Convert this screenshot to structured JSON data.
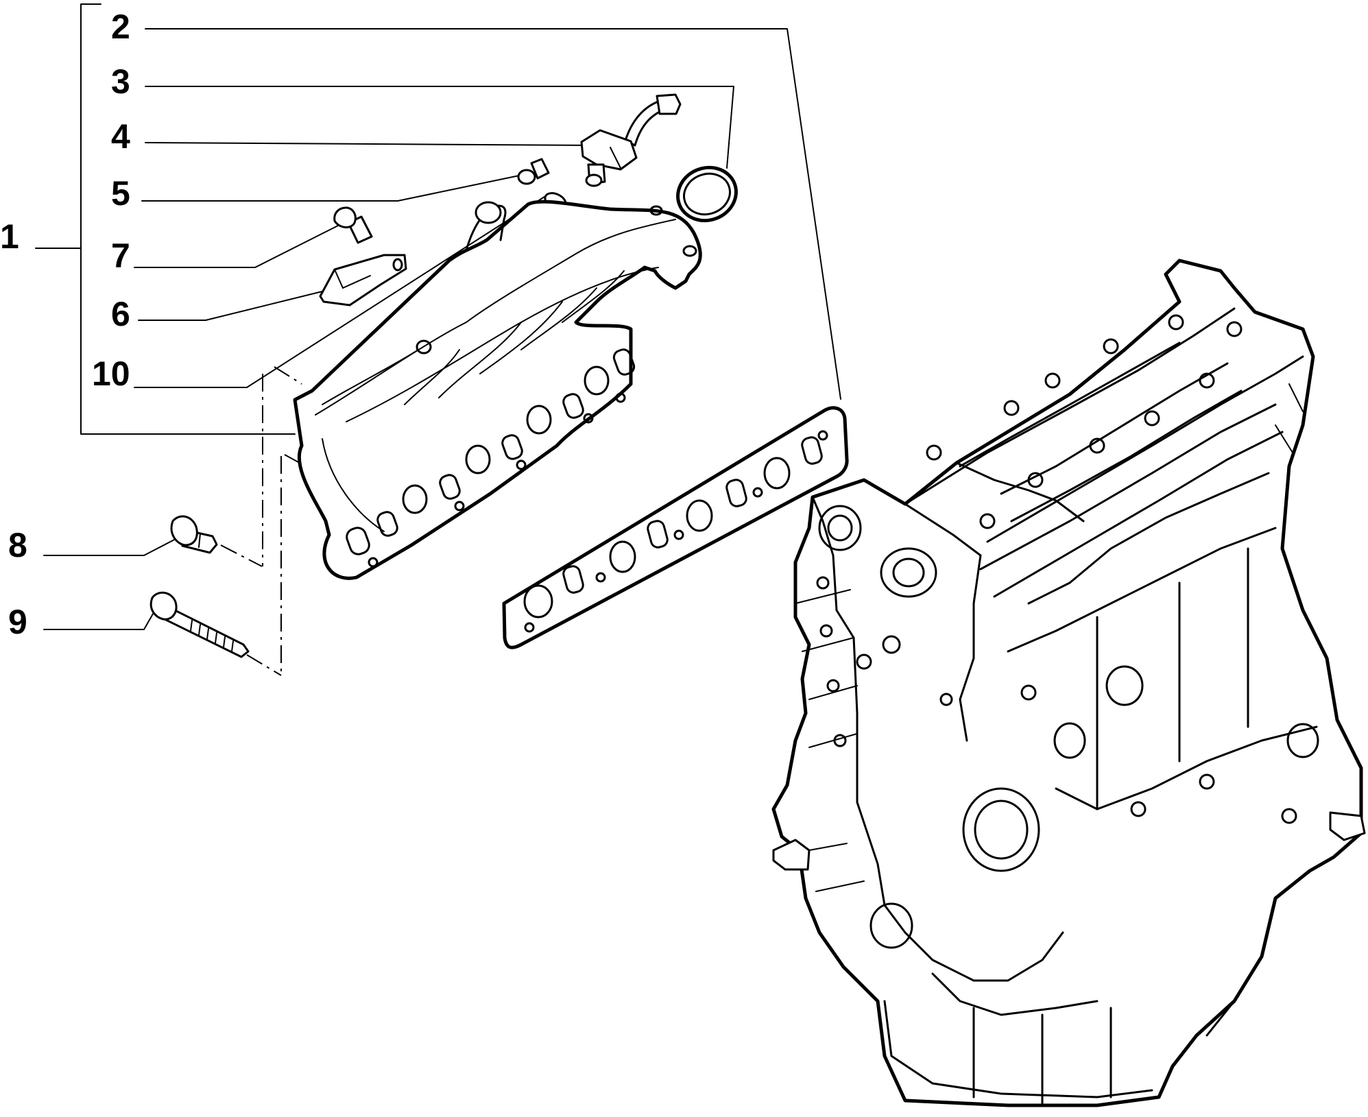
{
  "callouts": [
    {
      "id": "1",
      "label": "1"
    },
    {
      "id": "2",
      "label": "2"
    },
    {
      "id": "3",
      "label": "3"
    },
    {
      "id": "4",
      "label": "4"
    },
    {
      "id": "5",
      "label": "5"
    },
    {
      "id": "7",
      "label": "7"
    },
    {
      "id": "6",
      "label": "6"
    },
    {
      "id": "10",
      "label": "10"
    },
    {
      "id": "8",
      "label": "8"
    },
    {
      "id": "9",
      "label": "9"
    }
  ],
  "colors": {
    "line": "#000000",
    "background": "#ffffff"
  }
}
